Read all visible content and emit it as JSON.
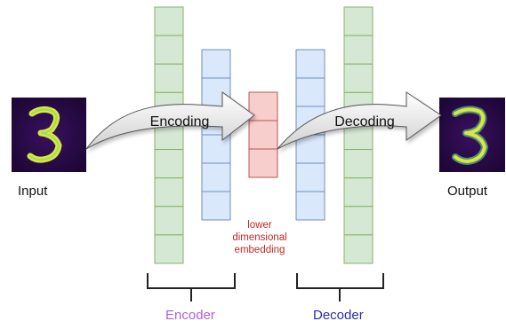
{
  "labels": {
    "input": "Input",
    "output": "Output",
    "encoding": "Encoding",
    "decoding": "Decoding",
    "embedding": "lower dimensional embedding",
    "encoder": "Encoder",
    "decoder": "Decoder"
  },
  "colors": {
    "outer_layer_fill": "#d5e8d4",
    "outer_layer_stroke": "#82b366",
    "hidden_layer_fill": "#dae8fc",
    "hidden_layer_stroke": "#6c8ebf",
    "embedding_fill": "#f8cecc",
    "embedding_stroke": "#b85450",
    "encoder_label": "#b05fe0",
    "decoder_label": "#2b2bb5",
    "embedding_label": "#c02828",
    "digit_background": "#2a0a4a",
    "digit_stroke": "#d8e840"
  },
  "image_content": {
    "input_digit": "3",
    "output_digit": "3"
  },
  "layers": {
    "encoder_outer_cells": 9,
    "encoder_hidden_cells": 6,
    "embedding_cells": 3,
    "decoder_hidden_cells": 6,
    "decoder_outer_cells": 9
  }
}
